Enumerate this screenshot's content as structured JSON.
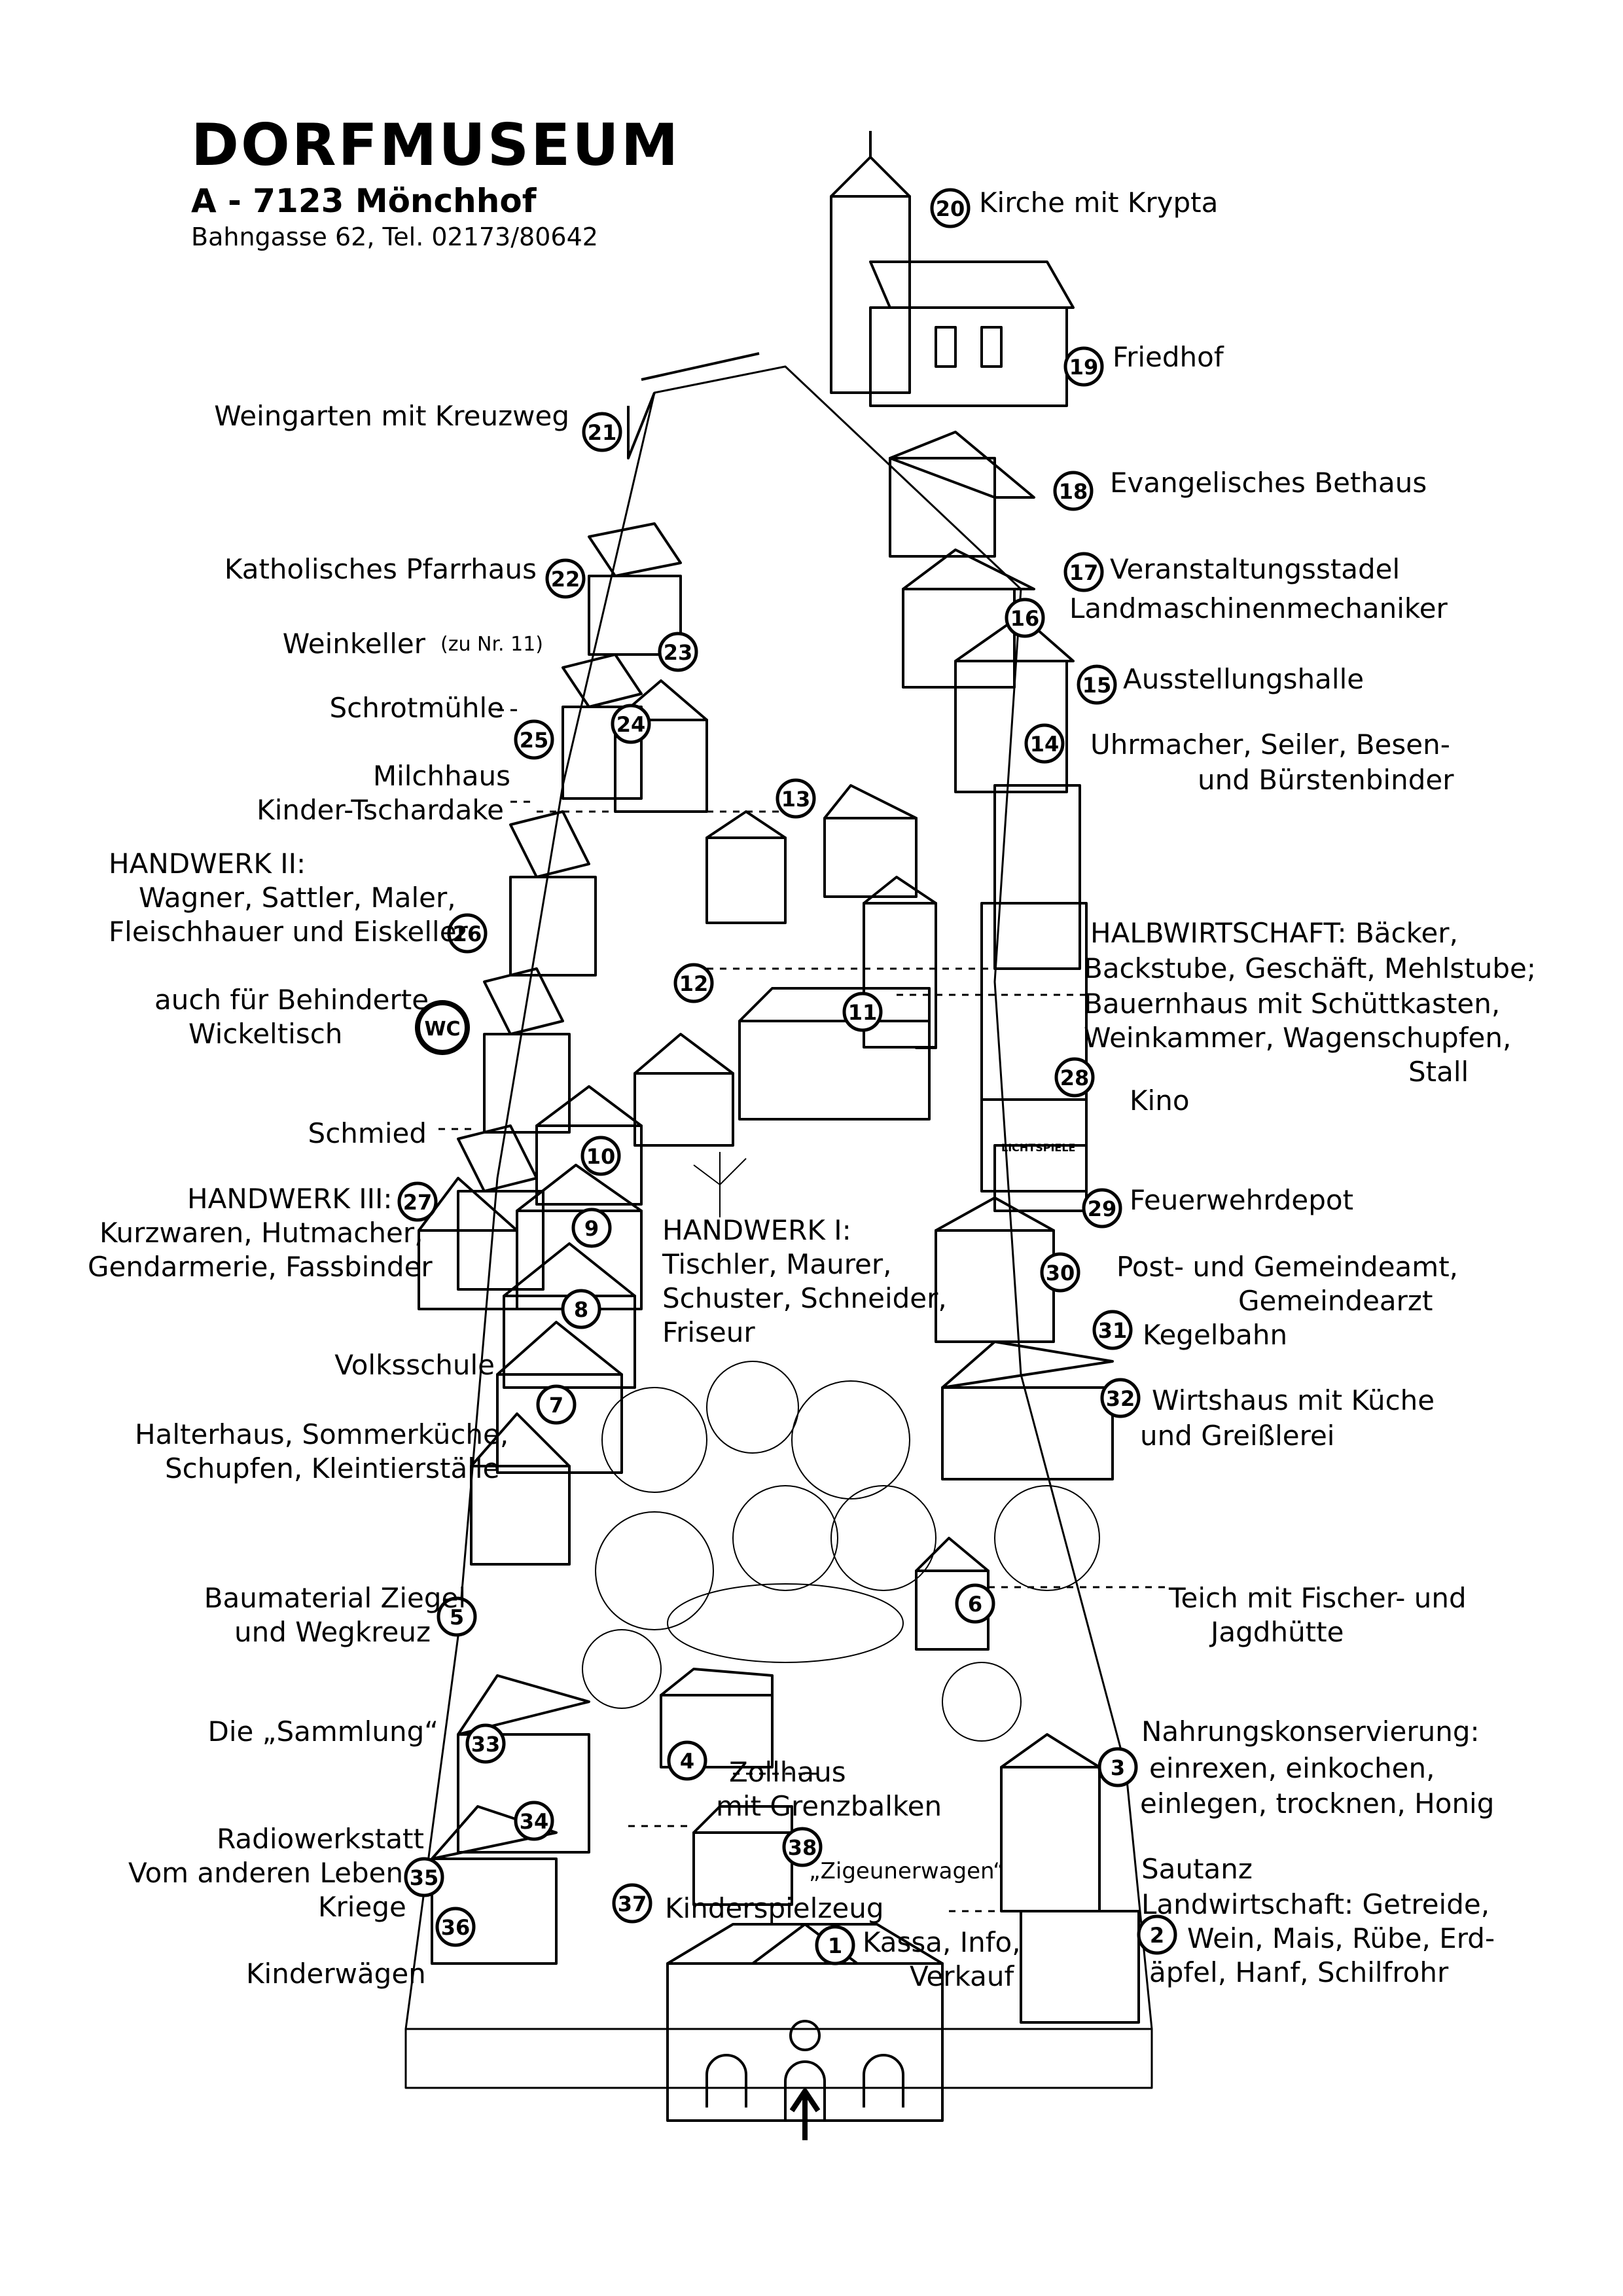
{
  "header": {
    "title": "DORFMUSEUM",
    "place": "A - 7123 Mönchhof",
    "address": "Bahngasse 62, Tel. 02173/80642"
  },
  "labels": {
    "kirche": "Kirche mit Krypta",
    "friedhof": "Friedhof",
    "weingarten": "Weingarten mit Kreuzweg",
    "bethaus": "Evangelisches Bethaus",
    "pfarrhaus": "Katholisches Pfarrhaus",
    "stadel": "Veranstaltungsstadel",
    "landmaschinen": "Landmaschinenmechaniker",
    "weinkeller": "Weinkeller",
    "weinkeller_note": "(zu Nr. 11)",
    "ausstellungshalle": "Ausstellungshalle",
    "schrotmuehle": "Schrotmühle",
    "uhrmacher1": "Uhrmacher, Seiler, Besen-",
    "uhrmacher2": "und Bürstenbinder",
    "milchhaus": "Milchhaus",
    "tschardake": "Kinder-Tschardake",
    "hw2_title": "HANDWERK II:",
    "hw2_l1": "Wagner, Sattler, Maler,",
    "hw2_l2": "Fleischhauer und Eiskeller",
    "halb_l1": "HALBWIRTSCHAFT: Bäcker,",
    "halb_l2": "Backstube, Geschäft, Mehlstube;",
    "halb_l3": "Bauernhaus mit Schüttkasten,",
    "halb_l4": "Weinkammer, Wagenschupfen,",
    "halb_l5": "Stall",
    "behinderte": "auch für Behinderte",
    "wickeltisch": "Wickeltisch",
    "kino": "Kino",
    "lichtspiele": "LICHTSPIELE",
    "schmied": "Schmied",
    "feuerwehr": "Feuerwehrdepot",
    "hw3_title": "HANDWERK III:",
    "hw3_l1": "Kurzwaren, Hutmacher,",
    "hw3_l2": "Gendarmerie, Fassbinder",
    "hw1_title": "HANDWERK I:",
    "hw1_l1": "Tischler, Maurer,",
    "hw1_l2": "Schuster, Schneider,",
    "hw1_l3": "Friseur",
    "post1": "Post- und Gemeindeamt,",
    "post2": "Gemeindearzt",
    "kegelbahn": "Kegelbahn",
    "volksschule": "Volksschule",
    "wirtshaus1": "Wirtshaus mit Küche",
    "wirtshaus2": "und  Greißlerei",
    "halterhaus1": "Halterhaus, Sommerküche,",
    "halterhaus2": "Schupfen, Kleintierställe",
    "baumaterial1": "Baumaterial Ziegel",
    "baumaterial2": "und Wegkreuz",
    "teich1": "Teich mit Fischer- und",
    "teich2": "Jagdhütte",
    "sammlung": "Die „Sammlung“",
    "nahrung1": "Nahrungskonservierung:",
    "nahrung2": "einrexen, einkochen,",
    "nahrung3": "einlegen, trocknen, Honig",
    "zollhaus1": "Zollhaus",
    "zollhaus2": "mit Grenzbalken",
    "radio": "Radiowerkstatt",
    "kriege1": "Vom anderen Leben",
    "kriege2": "Kriege",
    "zigeuner": "„Zigeunerwagen“",
    "sautanz": "Sautanz",
    "landw1": "Landwirtschaft: Getreide,",
    "landw2": "Wein, Mais, Rübe, Erd-",
    "landw3": "äpfel, Hanf, Schilfrohr",
    "kinderspielzeug": "Kinderspielzeug",
    "kassa1": "Kassa, Info,",
    "kassa2": "Verkauf",
    "kinderwaegen": "Kinderwägen"
  },
  "badges": [
    "1",
    "2",
    "3",
    "4",
    "5",
    "6",
    "7",
    "8",
    "9",
    "10",
    "11",
    "12",
    "13",
    "14",
    "15",
    "16",
    "17",
    "18",
    "19",
    "20",
    "21",
    "22",
    "23",
    "24",
    "25",
    "26",
    "27",
    "28",
    "29",
    "30",
    "31",
    "32",
    "33",
    "34",
    "35",
    "36",
    "37",
    "38",
    "WC"
  ]
}
